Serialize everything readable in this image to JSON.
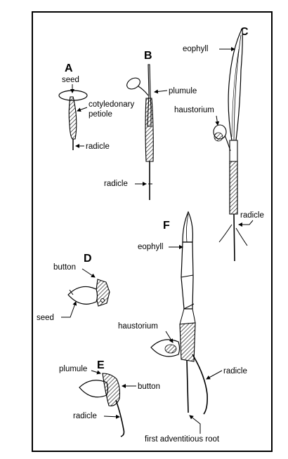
{
  "figure": {
    "colors": {
      "line": "#000000",
      "background": "#ffffff",
      "hatch": "#000000"
    },
    "stages": [
      {
        "letter": "A",
        "labels": {
          "seed": "seed",
          "cotyledonary_1": "cotyledonary",
          "cotyledonary_2": "petiole",
          "radicle": "radicle"
        }
      },
      {
        "letter": "B",
        "labels": {
          "plumule": "plumule",
          "radicle": "radicle"
        }
      },
      {
        "letter": "C",
        "labels": {
          "eophyll": "eophyll",
          "haustorium": "haustorium",
          "radicle": "radicle"
        }
      },
      {
        "letter": "D",
        "labels": {
          "button": "button",
          "seed": "seed"
        }
      },
      {
        "letter": "E",
        "labels": {
          "plumule": "plumule",
          "button": "button",
          "radicle": "radicle"
        }
      },
      {
        "letter": "F",
        "labels": {
          "eophyll": "eophyll",
          "haustorium": "haustorium",
          "radicle": "radicle",
          "first_root": "first adventitious root"
        }
      }
    ]
  }
}
